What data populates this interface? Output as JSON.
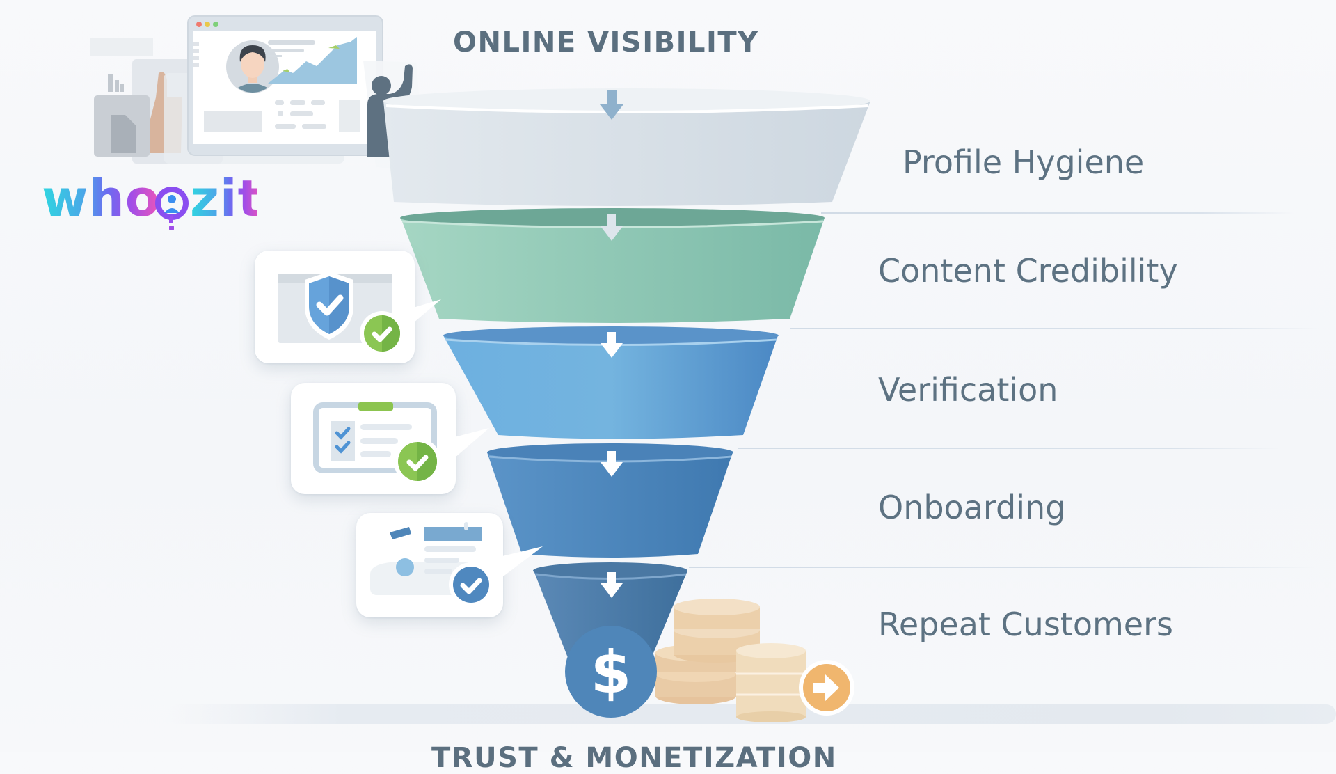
{
  "header": {
    "title": "ONLINE VISIBILITY"
  },
  "footer": {
    "title": "TRUST & MONETIZATION"
  },
  "logo": {
    "letters": [
      "w",
      "h",
      "o",
      "",
      "z",
      "i",
      "t"
    ],
    "text": "whoozit",
    "icon": "magnifier-person-question-icon",
    "gradient": [
      "#2fd6e0",
      "#4aa8e8",
      "#6b6cf0",
      "#a04ee8",
      "#ee55b8"
    ]
  },
  "funnel": {
    "stages": [
      {
        "label": "Profile Hygiene",
        "color": "#d6dfe7",
        "rim": "#e9eff3",
        "arrow_color": "#8fb1cc"
      },
      {
        "label": "Content Credibility",
        "color": "#8dc8b6",
        "rim": "#6ea898",
        "arrow_color": "#dfe7ee"
      },
      {
        "label": "Verification",
        "color": "#68a9da",
        "rim": "#5691c8",
        "arrow_color": "#ffffff"
      },
      {
        "label": "Onboarding",
        "color": "#5088bf",
        "rim": "#4a7fb4",
        "arrow_color": "#ffffff"
      },
      {
        "label": "Repeat Customers",
        "color": "#4a7dae",
        "rim": "#4a7aa6",
        "arrow_color": "#ffffff"
      }
    ]
  },
  "illustrations": {
    "top": {
      "icon": "profile-dashboard-icon",
      "window_dots": [
        "#f07a6e",
        "#e9c84a",
        "#7fd07a"
      ]
    },
    "cards": [
      {
        "icon": "shield-check-icon",
        "badge": "green-check-badge-icon",
        "badge_color": "#7cbc4a"
      },
      {
        "icon": "checklist-clipboard-icon",
        "badge": "green-check-badge-icon",
        "badge_color": "#7cbc4a"
      },
      {
        "icon": "onboarding-profile-icon",
        "badge": "blue-check-badge-icon",
        "badge_color": "#4f88bf"
      }
    ],
    "bottom": {
      "dollar_icon": "dollar-coin-icon",
      "coins_icon": "coin-stacks-icon",
      "next_icon": "arrow-right-circle-icon",
      "dollar_symbol": "$"
    }
  },
  "colors": {
    "text": "#5d7282",
    "background": "#f6f8fa",
    "accent_green": "#7cbc4a",
    "accent_blue": "#4f88bf",
    "accent_orange": "#f0b66e"
  }
}
